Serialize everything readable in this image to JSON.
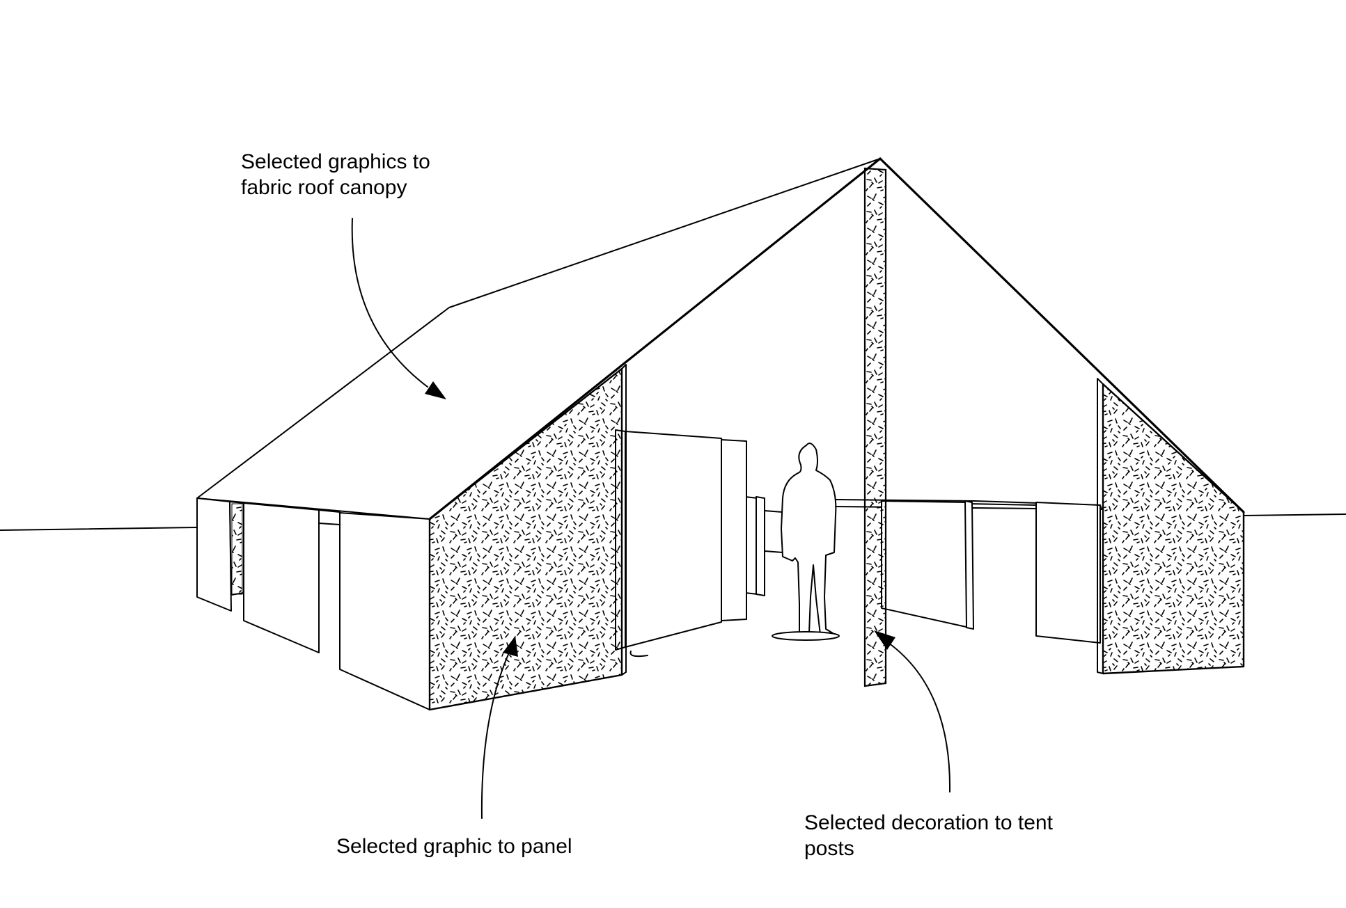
{
  "annotations": {
    "canopy": {
      "line1": "Selected graphics to",
      "line2": "fabric roof canopy"
    },
    "panel": {
      "line1": "Selected graphic to panel"
    },
    "posts": {
      "line1": "Selected decoration to tent",
      "line2": "posts"
    }
  },
  "colors": {
    "line": "#000000",
    "background": "#ffffff"
  }
}
